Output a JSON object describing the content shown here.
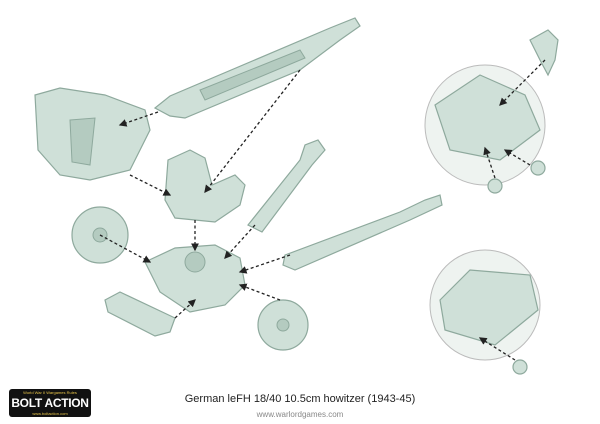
{
  "caption": "German leFH 18/40 10.5cm howitzer (1943-45)",
  "website": "www.warlordgames.com",
  "logo": {
    "title": "BOLT ACTION",
    "tagline": "World War II Wargames Rules",
    "url": "www.boltaction.com"
  },
  "colors": {
    "part_fill": "#cfe0d8",
    "part_stroke": "#8ea99d",
    "arrow": "#222222"
  }
}
